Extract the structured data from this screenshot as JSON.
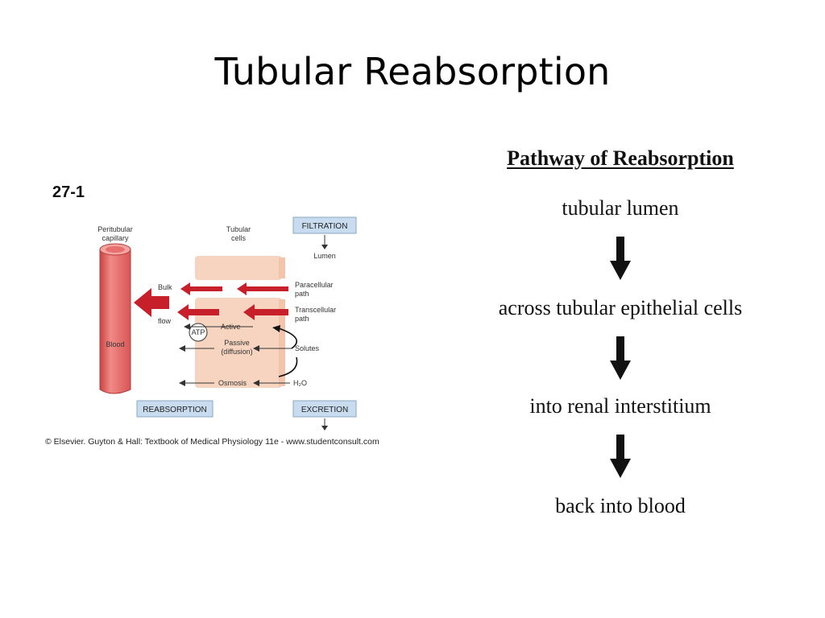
{
  "slide": {
    "title": "Tubular Reabsorption"
  },
  "figure": {
    "number": "27-1",
    "labels": {
      "peritubular_capillary_line1": "Peritubular",
      "peritubular_capillary_line2": "capillary",
      "tubular_cells_line1": "Tubular",
      "tubular_cells_line2": "cells",
      "filtration": "FILTRATION",
      "lumen": "Lumen",
      "paracellular_line1": "Paracellular",
      "paracellular_line2": "path",
      "transcellular_line1": "Transcellular",
      "transcellular_line2": "path",
      "bulk_flow_line1": "Bulk",
      "bulk_flow_line2": "flow",
      "atp": "ATP",
      "active": "Active",
      "passive_line1": "Passive",
      "passive_line2": "(diffusion)",
      "solutes": "Solutes",
      "blood": "Blood",
      "osmosis": "Osmosis",
      "water": "H₂O",
      "reabsorption": "REABSORPTION",
      "excretion": "EXCRETION"
    },
    "credit": "© Elsevier. Guyton & Hall: Textbook of Medical Physiology 11e - www.studentconsult.com",
    "colors": {
      "vessel": "#e8706f",
      "vessel_dark": "#c94343",
      "cell": "#f7d4bf",
      "arrow_red": "#c8202a",
      "box": "#c9dbee"
    }
  },
  "pathway": {
    "title": "Pathway of Reabsorption",
    "steps": [
      "tubular lumen",
      "across tubular epithelial cells",
      "into renal interstitium",
      "back into blood"
    ],
    "arrow_icon": "down-arrow-icon"
  }
}
